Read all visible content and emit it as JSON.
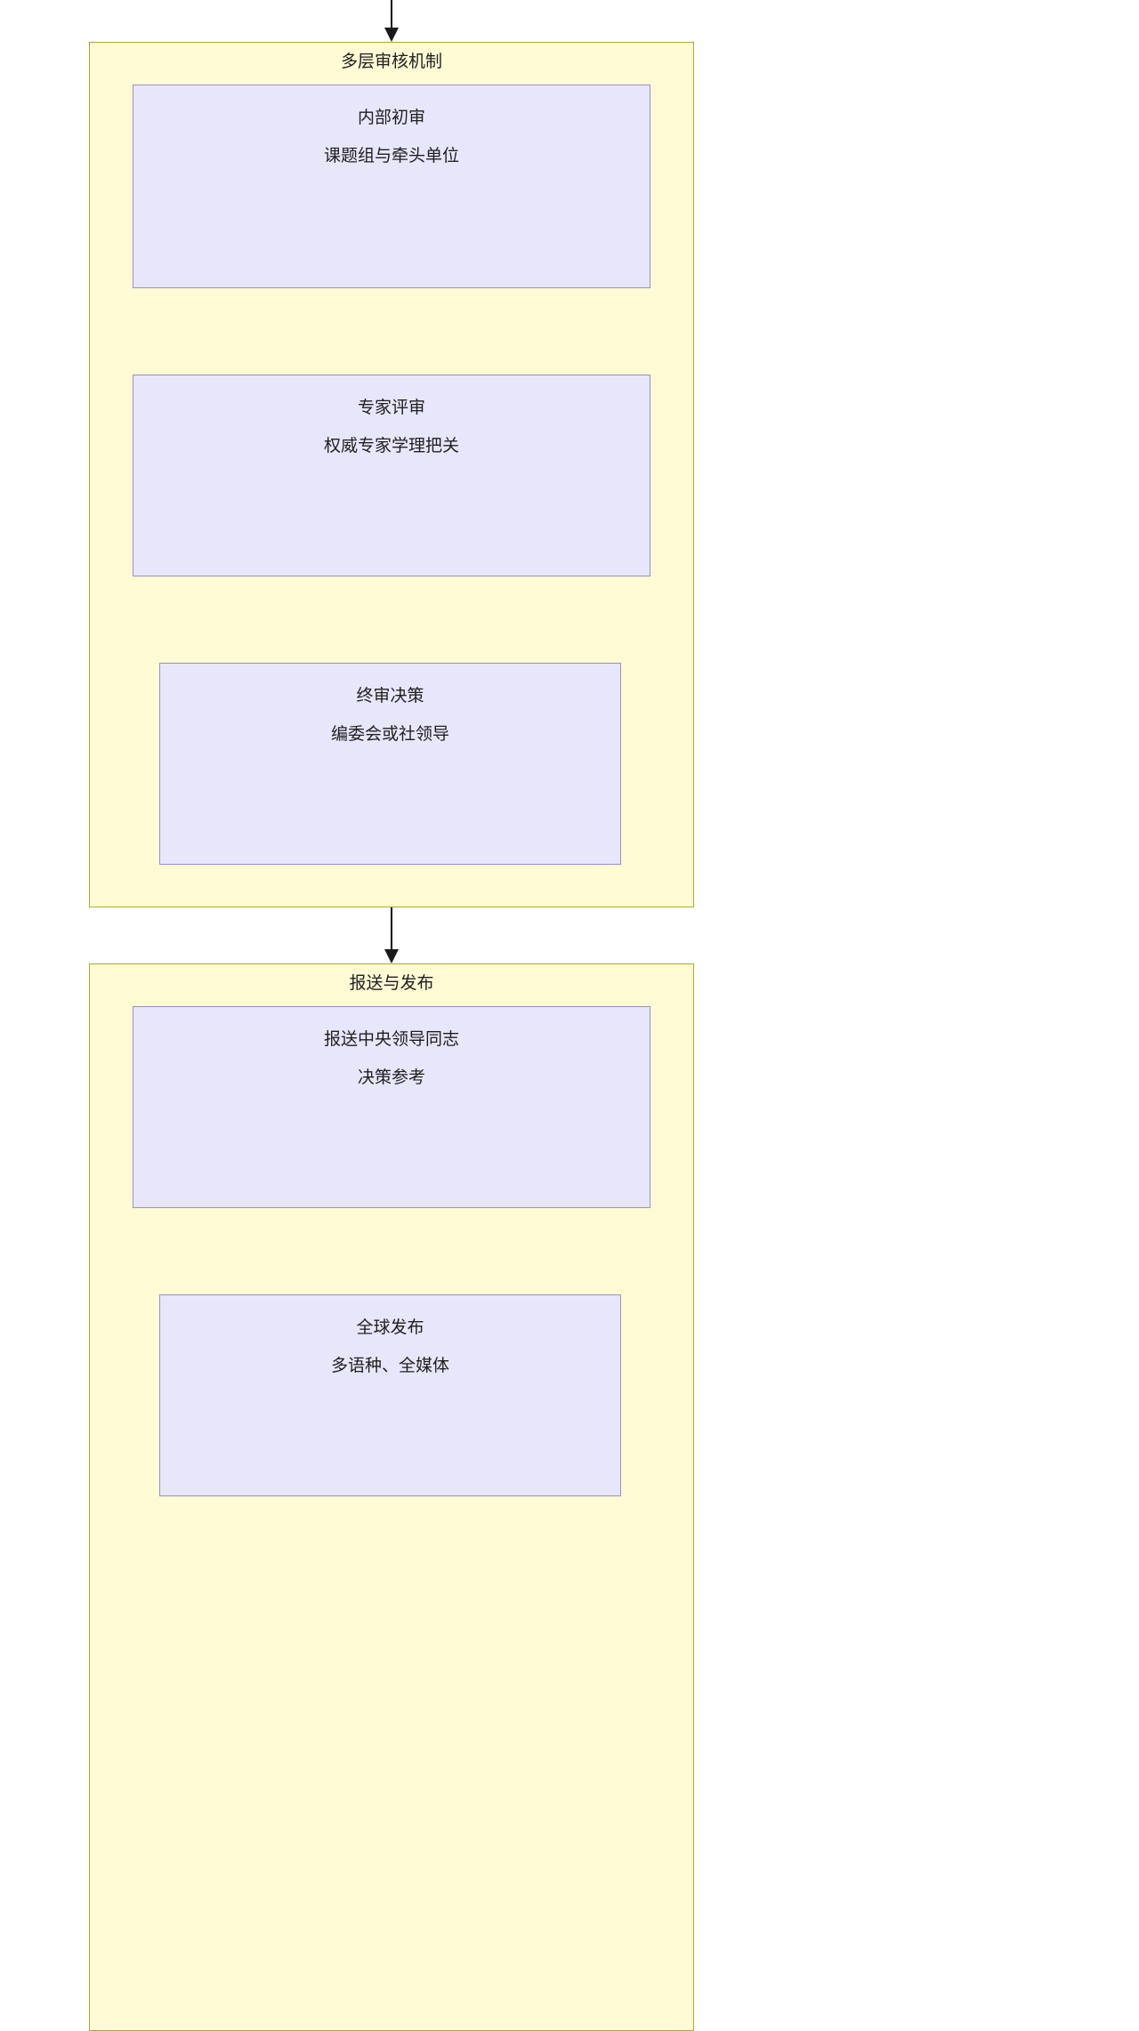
{
  "diagram": {
    "type": "flowchart",
    "direction": "top-to-bottom",
    "colors": {
      "subgraph_fill": "#fffbd5",
      "subgraph_border": "#aaaa33",
      "node_fill": "#e8e6fb",
      "node_border": "#9b8fc7",
      "edge": "#1a1a1a",
      "text": "#1f1f1f",
      "background": "#ffffff"
    }
  },
  "subgraphs": [
    {
      "id": "review",
      "title": "多层审核机制",
      "nodes": [
        {
          "id": "internal",
          "line1": "内部初审",
          "line2": "课题组与牵头单位"
        },
        {
          "id": "expert",
          "line1": "专家评审",
          "line2": "权威专家学理把关"
        },
        {
          "id": "final",
          "line1": "终审决策",
          "line2": "编委会或社领导"
        }
      ]
    },
    {
      "id": "publish",
      "title": "报送与发布",
      "nodes": [
        {
          "id": "submit",
          "line1": "报送中央领导同志",
          "line2": "决策参考"
        },
        {
          "id": "global",
          "line1": "全球发布",
          "line2": "多语种、全媒体"
        }
      ]
    }
  ],
  "edges": [
    {
      "id": "e-in",
      "from": "(above)",
      "to": "多层审核机制"
    },
    {
      "id": "e-internal-expert",
      "from": "内部初审",
      "to": "专家评审"
    },
    {
      "id": "e-expert-final",
      "from": "专家评审",
      "to": "终审决策"
    },
    {
      "id": "e-review-publish",
      "from": "多层审核机制",
      "to": "报送与发布"
    },
    {
      "id": "e-submit-global",
      "from": "报送中央领导同志",
      "to": "全球发布"
    }
  ]
}
